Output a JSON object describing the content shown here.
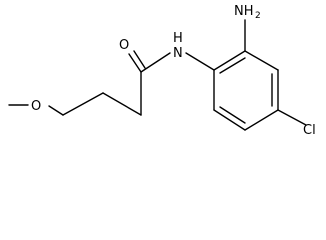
{
  "molecule": {
    "labels": {
      "amine": {
        "main": "NH",
        "subscript": "2"
      },
      "amide_nh": "H",
      "amide_n": "N",
      "carbonyl_o": "O",
      "ether_o": "O",
      "chlorine": "Cl"
    }
  },
  "colors": {
    "bond": "#000000",
    "text": "#000000",
    "background": "#ffffff"
  }
}
